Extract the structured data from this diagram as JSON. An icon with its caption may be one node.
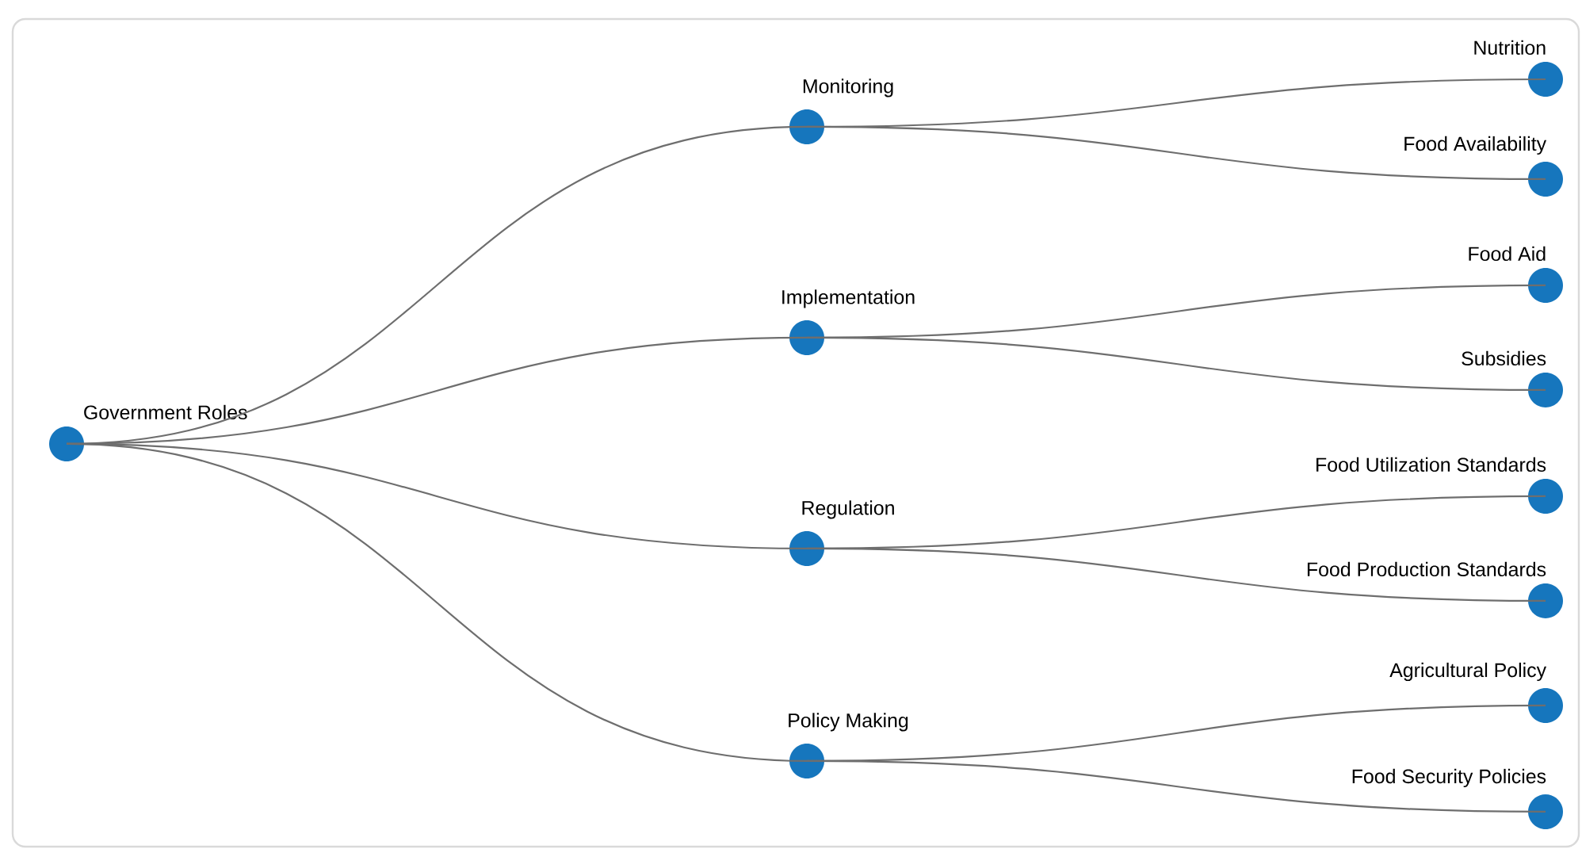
{
  "diagram": {
    "nodes": [
      {
        "text": [
          "Government Roles"
        ]
      },
      {
        "text": [
          "Monitoring"
        ]
      },
      {
        "text": [
          "Implementation"
        ]
      },
      {
        "text": [
          "Regulation"
        ]
      },
      {
        "text": [
          "Policy Making"
        ]
      },
      {
        "text": [
          "Nutrition"
        ]
      },
      {
        "text": [
          "Food Availability"
        ]
      },
      {
        "text": [
          "Food Aid"
        ]
      },
      {
        "text": [
          "Subsidies"
        ]
      },
      {
        "text": [
          "Food Utilization Standards"
        ]
      },
      {
        "text": [
          "Food Production Standards"
        ]
      },
      {
        "text": [
          "Agricultural Policy"
        ]
      },
      {
        "text": [
          "Food Security Policies"
        ]
      }
    ],
    "edges": [
      {
        "from": 0,
        "to": 1,
        "arrow": "none"
      },
      {
        "from": 0,
        "to": 2,
        "arrow": "none"
      },
      {
        "from": 0,
        "to": 3,
        "arrow": "none"
      },
      {
        "from": 0,
        "to": 4,
        "arrow": "none"
      },
      {
        "from": 1,
        "to": 5,
        "arrow": "none"
      },
      {
        "from": 1,
        "to": 6,
        "arrow": "none"
      },
      {
        "from": 2,
        "to": 7,
        "arrow": "none"
      },
      {
        "from": 2,
        "to": 8,
        "arrow": "none"
      },
      {
        "from": 3,
        "to": 9,
        "arrow": "none"
      },
      {
        "from": 3,
        "to": 10,
        "arrow": "none"
      },
      {
        "from": 4,
        "to": 11,
        "arrow": "none"
      },
      {
        "from": 4,
        "to": 12,
        "arrow": "none"
      }
    ]
  }
}
